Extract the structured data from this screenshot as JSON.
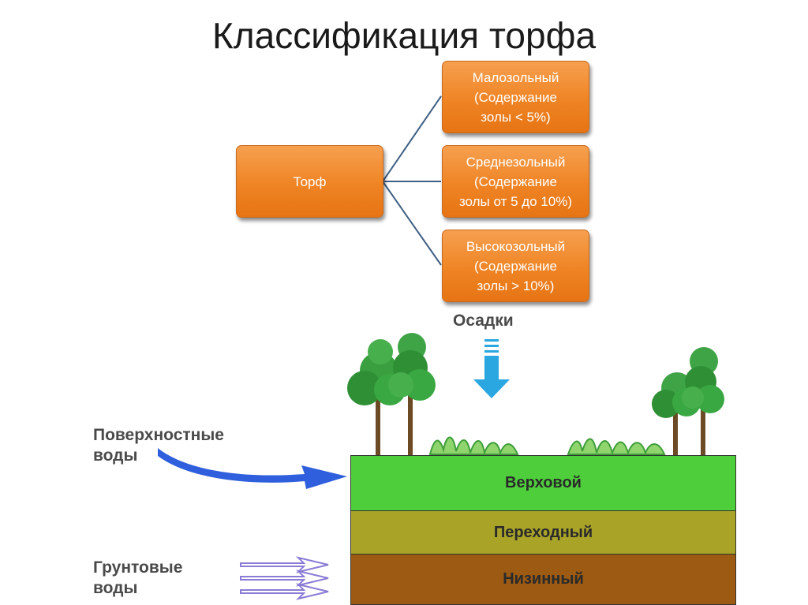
{
  "title": "Классификация торфа",
  "tree": {
    "root": "Торф",
    "children": [
      {
        "label": "Малозольный\n(Содержание\nзолы < 5%)"
      },
      {
        "label": "Среднезольный\n(Содержание\nзолы от 5 до 10%)"
      },
      {
        "label": "Высокозольный\n(Содержание\nзолы > 10%)"
      }
    ]
  },
  "illustration": {
    "precipitation": "Осадки",
    "surface_water": "Поверхностные\nводы",
    "ground_water": "Грунтовые\nводы",
    "layers": [
      {
        "label": "Верховой",
        "color": "#4fce3c"
      },
      {
        "label": "Переходный",
        "color": "#a9a328"
      },
      {
        "label": "Низинный",
        "color": "#9c5a12"
      }
    ]
  },
  "colors": {
    "box": "#ef8424",
    "connector": "#3f5f84",
    "arrow_blue": "#2f5fdc",
    "rain_arrow": "#2aa6e0",
    "ground_arrow": "#8a7cd6"
  }
}
